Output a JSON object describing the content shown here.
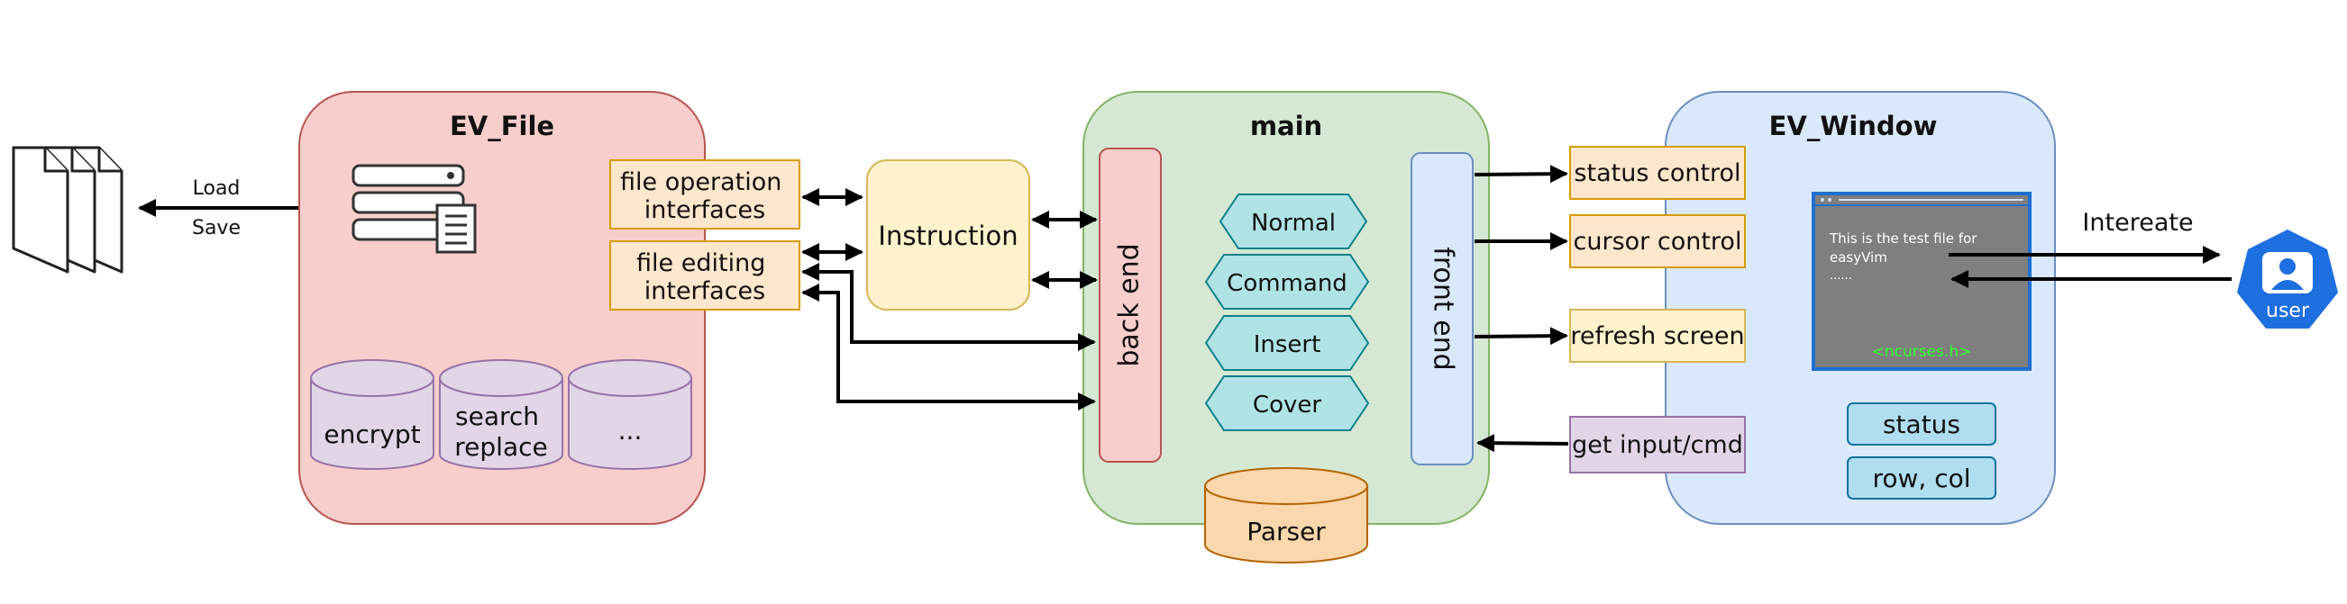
{
  "files": {
    "load_label": "Load",
    "save_label": "Save"
  },
  "ev_file": {
    "title": "EV_File",
    "interfaces": [
      "file operation\ninterfaces",
      "file editing\ninterfaces"
    ],
    "modules": [
      "encrypt",
      "search\nreplace",
      "..."
    ]
  },
  "instruction": {
    "label": "Instruction"
  },
  "main": {
    "title": "main",
    "back_end_label": "back end",
    "front_end_label": "front end",
    "modes": [
      "Normal",
      "Command",
      "Insert",
      "Cover"
    ],
    "parser_label": "Parser"
  },
  "front_outputs": [
    "status control",
    "cursor control",
    "refresh screen"
  ],
  "front_input": "get input/cmd",
  "ev_window": {
    "title": "EV_Window",
    "terminal": {
      "line1": "This is the test file for",
      "line2": "easyVim",
      "line3": "......",
      "footer": "<ncurses.h>"
    },
    "status_label": "status",
    "rowcol_label": "row, col"
  },
  "user": {
    "interact_label": "Intereate",
    "icon_label": "user"
  },
  "colors": {
    "ev_file_fill": "#f8cecc",
    "ev_file_stroke": "#b85450",
    "main_fill": "#d5e8d4",
    "main_stroke": "#82b366",
    "window_fill": "#dae8fc",
    "window_stroke": "#6c8ebf",
    "orange_fill": "#ffe6cc",
    "orange_stroke": "#d79b00",
    "yellow_fill": "#fff2cc",
    "yellow_stroke": "#d6b656",
    "purple_fill": "#e1d5e7",
    "purple_stroke": "#9673a6",
    "cyan_fill": "#b0e3e6",
    "cyan_stroke": "#0e8088",
    "blue_fill": "#b1ddf0",
    "blue_stroke": "#10739e",
    "parser_fill": "#fad7ac",
    "parser_stroke": "#b46504",
    "terminal_bg": "#7f7f7f",
    "terminal_border": "#1f6fd0",
    "terminal_footer": "#33ff33",
    "user_blue": "#1d6fe0"
  }
}
